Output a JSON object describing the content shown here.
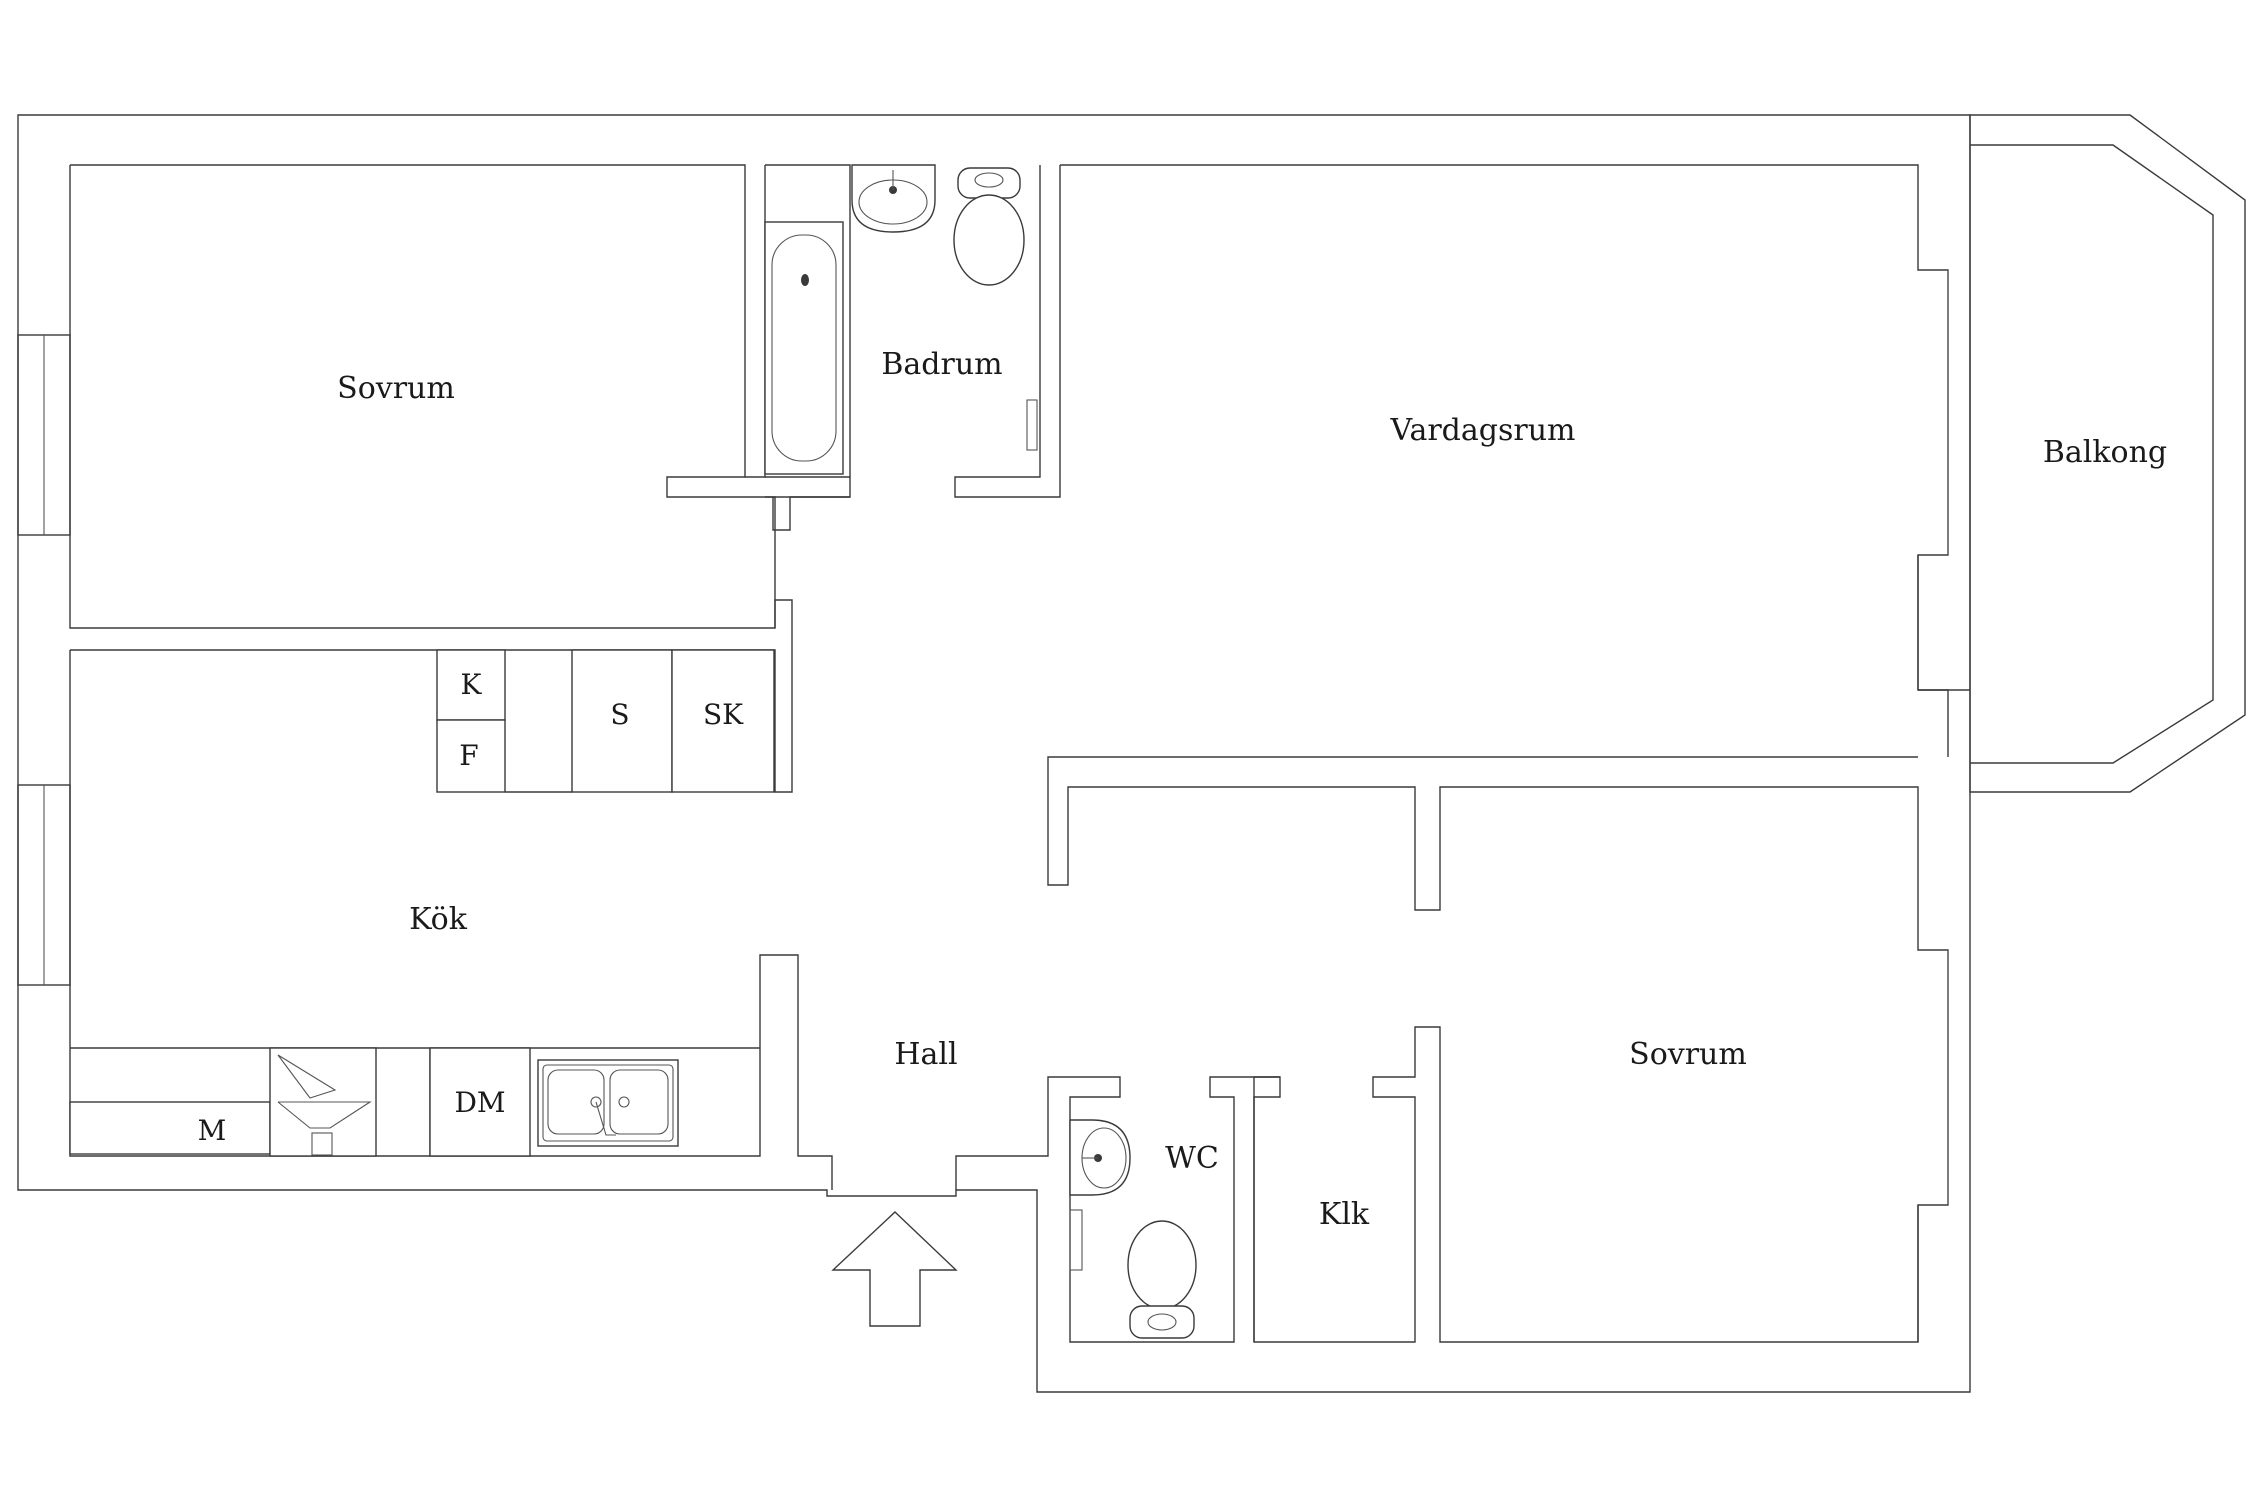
{
  "rooms": {
    "sovrum_1": "Sovrum",
    "badrum": "Badrum",
    "vardagsrum": "Vardagsrum",
    "balkong": "Balkong",
    "kok": "Kök",
    "hall": "Hall",
    "wc": "WC",
    "klk": "Klk",
    "sovrum_2": "Sovrum"
  },
  "fixtures": {
    "k": "K",
    "f": "F",
    "s": "S",
    "sk": "SK",
    "dm": "DM",
    "m": "M"
  },
  "colors": {
    "wall_stroke": "#3a3a3a",
    "background": "#ffffff"
  }
}
